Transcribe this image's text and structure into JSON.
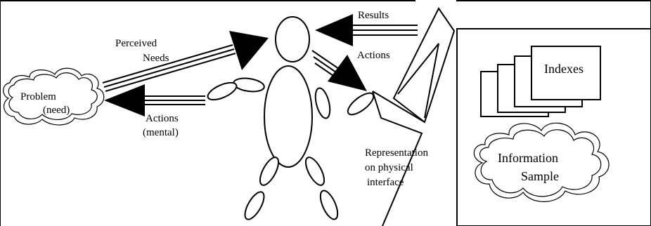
{
  "labels": {
    "perceived_needs_line1": "Perceived",
    "perceived_needs_line2": "Needs",
    "problem_line1": "Problem",
    "problem_line2": "(need)",
    "actions_mental_line1": "Actions",
    "actions_mental_line2": "(mental)",
    "results": "Results",
    "actions": "Actions",
    "representation_line1": "Representation",
    "representation_line2": "on physical",
    "representation_line3": "interface",
    "indexes": "Indexes",
    "information_line1": "Information",
    "information_line2": "Sample"
  }
}
